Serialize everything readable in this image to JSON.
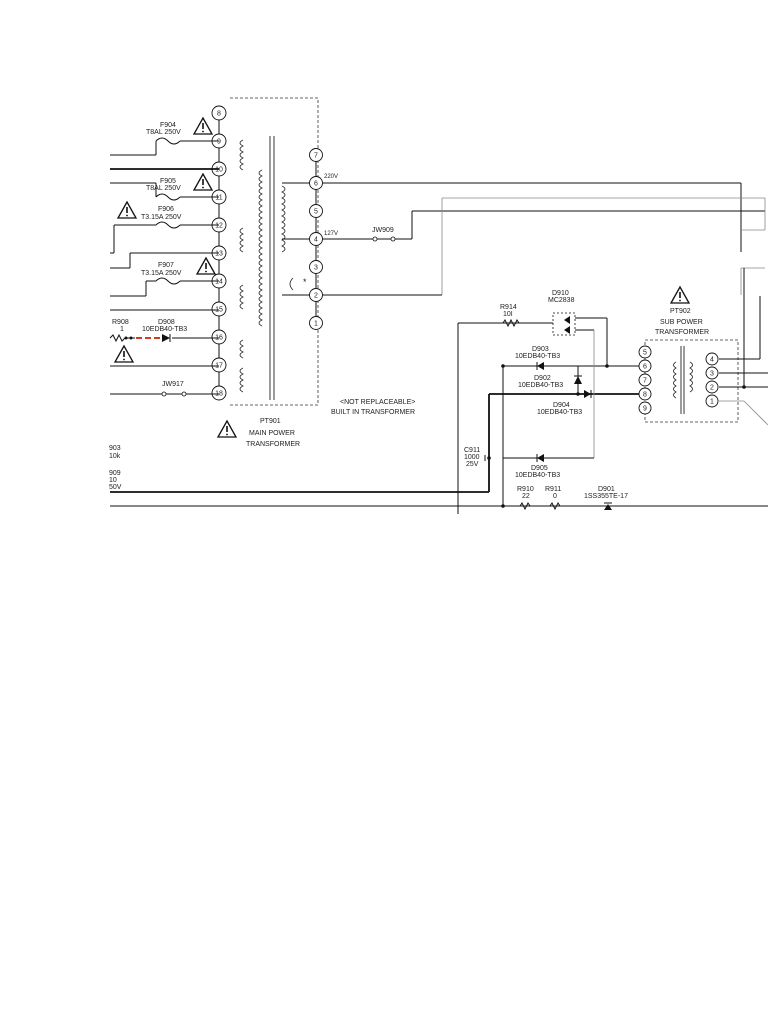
{
  "main_transformer": {
    "ref": "PT901",
    "name_line1": "MAIN POWER",
    "name_line2": "TRANSFORMER",
    "note_line1": "<NOT REPLACEABLE>",
    "note_line2": "BUILT IN TRANSFORMER",
    "right_pins": [
      "7",
      "6",
      "5",
      "4",
      "3",
      "2",
      "1"
    ],
    "left_pins": [
      "8",
      "9",
      "10",
      "11",
      "12",
      "13",
      "14",
      "15",
      "16",
      "17",
      "18"
    ],
    "tap_220": "220V",
    "tap_127": "127V"
  },
  "sub_transformer": {
    "ref": "PT902",
    "name_line1": "SUB POWER",
    "name_line2": "TRANSFORMER",
    "left_pins": [
      "5",
      "6",
      "7",
      "8",
      "9"
    ],
    "right_pins": [
      "4",
      "3",
      "2",
      "1"
    ]
  },
  "fuses": [
    {
      "ref": "F904",
      "rating": "T8AL  250V"
    },
    {
      "ref": "F905",
      "rating": "T8AL  250V"
    },
    {
      "ref": "F906",
      "rating": "T3.15A    250V"
    },
    {
      "ref": "F907",
      "rating": "T3.15A    250V"
    }
  ],
  "jumpers": {
    "jw909": "JW909",
    "jw917": "JW917"
  },
  "resistors": {
    "r908_ref": "R908",
    "r908_val": "1",
    "r914_ref": "R914",
    "r914_val": "10I",
    "r910_ref": "R910",
    "r910_val": "22",
    "r911_ref": "R911",
    "r911_val": "0",
    "r903_ref": "903",
    "r903_val": "10k",
    "r909_ref": "909",
    "r909_val": "10",
    "r909_extra": "50V"
  },
  "diodes": {
    "d908_ref": "D908",
    "d908_part": "10EDB40-TB3",
    "d910_ref": "D910",
    "d910_part": "MC2838",
    "d903_ref": "D903",
    "d903_part": "10EDB40-TB3",
    "d902_ref": "D902",
    "d902_part": "10EDB40-TB3",
    "d904_ref": "D904",
    "d904_part": "10EDB40-TB3",
    "d905_ref": "D905",
    "d905_part": "10EDB40-TB3",
    "d901_ref": "D901",
    "d901_part": "1SS355TE-17"
  },
  "capacitor": {
    "ref": "C911",
    "value": "1000",
    "voltage": "25V"
  },
  "colors": {
    "wire": "#111111",
    "highlight": "#cc2200",
    "box": "#333333"
  },
  "icons": [
    "warning-triangle-icon"
  ]
}
